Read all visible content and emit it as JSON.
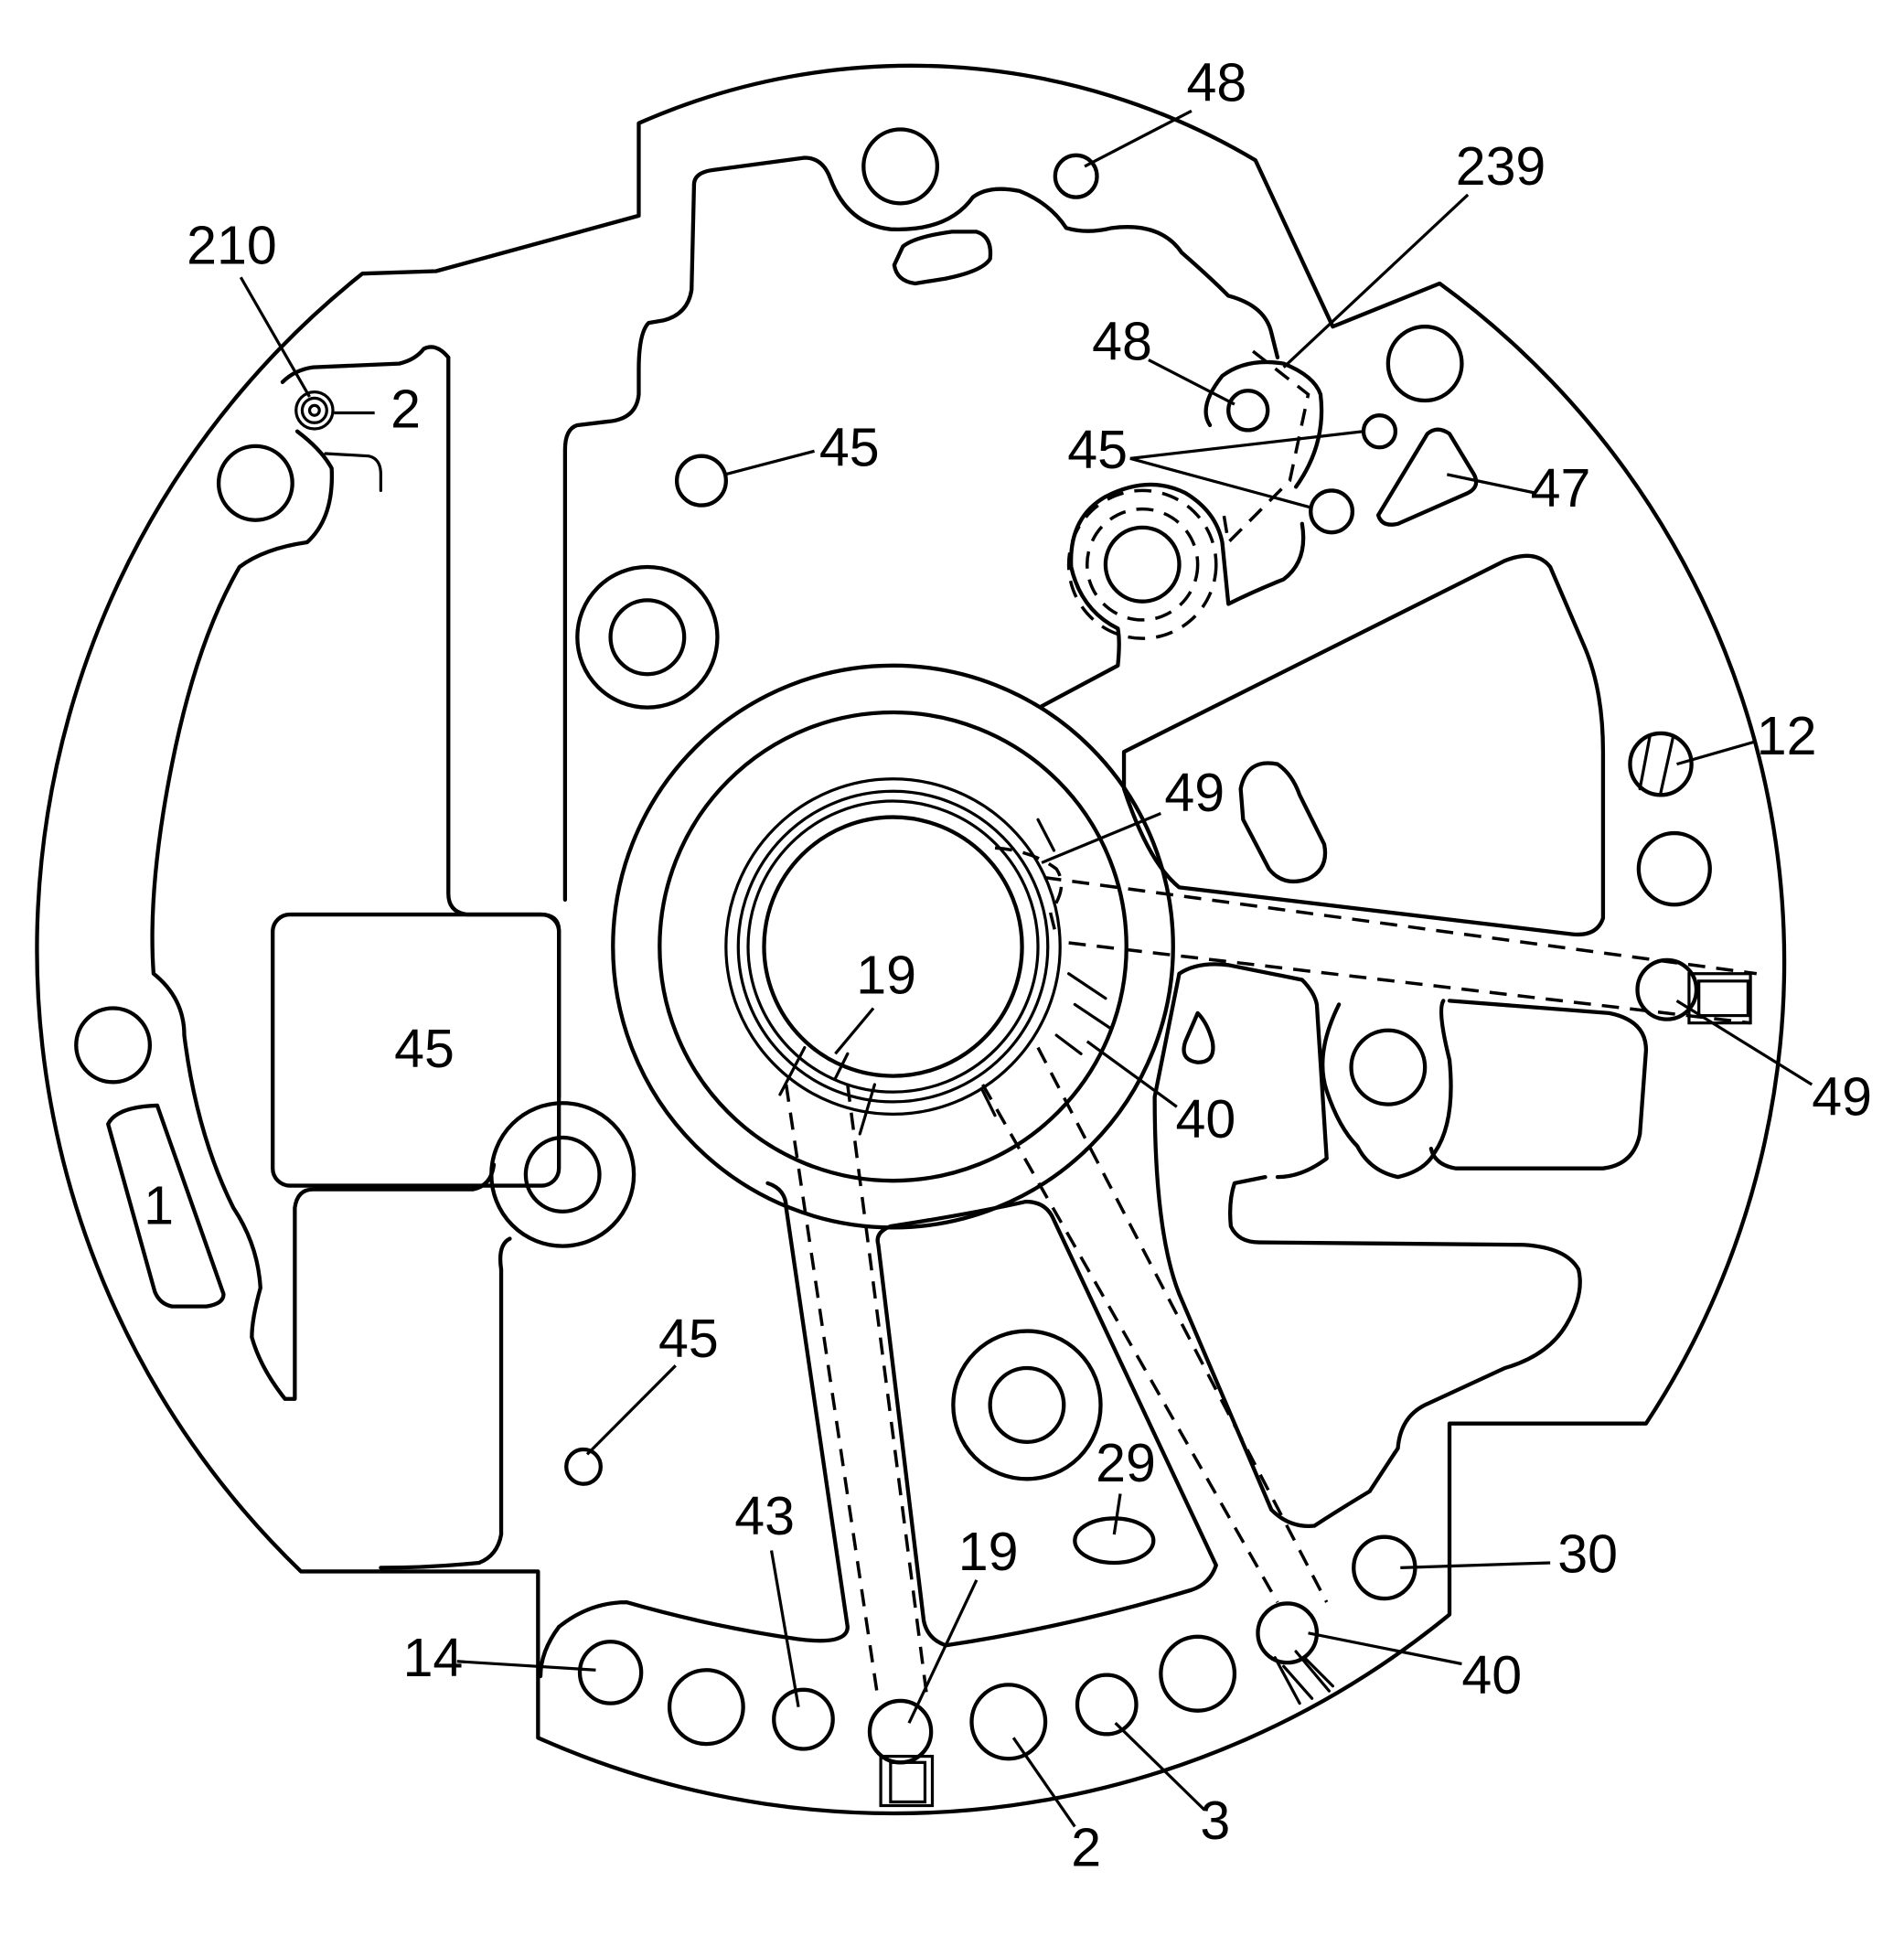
{
  "colors": {
    "line": "#000000",
    "background": "#ffffff"
  },
  "labels": {
    "l48_top": "48",
    "l239": "239",
    "l210": "210",
    "l2_top": "2",
    "l48_mid": "48",
    "l45_upper": "45",
    "l45_pair": "45",
    "l47": "47",
    "l12": "12",
    "l49_top": "49",
    "l19_center": "19",
    "l49_right": "49",
    "l45_box": "45",
    "l40_center": "40",
    "l1": "1",
    "l45_lower": "45",
    "l29": "29",
    "l43": "43",
    "l19_bottom": "19",
    "l30": "30",
    "l14": "14",
    "l40_bottom": "40",
    "l2_bottom": "2",
    "l3": "3"
  }
}
